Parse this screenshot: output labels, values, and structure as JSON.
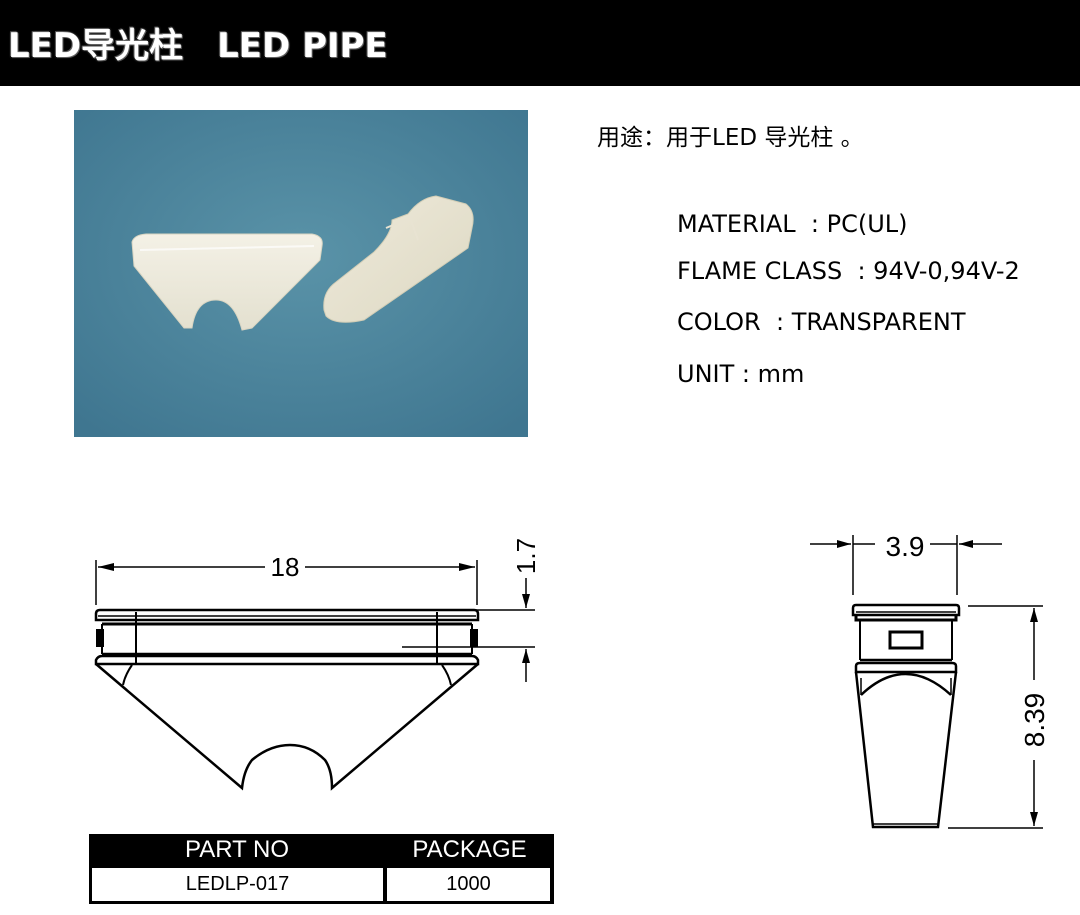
{
  "header": {
    "title": "LED导光柱　LED PIPE"
  },
  "photo": {
    "alt": "Product photo of two white translucent LED light pipes on blue background",
    "background_color": "#4f8aa0"
  },
  "usage": {
    "text": "用途：用于LED 导光柱 。"
  },
  "specs": [
    {
      "label": "MATERIAL",
      "separator": "  : ",
      "value": "PC(UL)",
      "text": "MATERIAL  : PC(UL)"
    },
    {
      "label": "FLAME CLASS",
      "separator": "  : ",
      "value": "94V-0,94V-2",
      "text": "FLAME CLASS  : 94V-0,94V-2"
    },
    {
      "label": "COLOR",
      "separator": "  : ",
      "value": "TRANSPARENT",
      "text": "COLOR  : TRANSPARENT"
    },
    {
      "label": "UNIT",
      "separator": " : ",
      "value": "mm",
      "text": "UNIT : mm"
    }
  ],
  "drawings": {
    "front_view": {
      "width_dim": "18",
      "height_dim": "1.7"
    },
    "side_view": {
      "width_dim": "3.9",
      "height_dim": "8.39"
    }
  },
  "table": {
    "headers": [
      "PART NO",
      "PACKAGE"
    ],
    "rows": [
      [
        "LEDLP-017",
        "1000"
      ]
    ]
  }
}
